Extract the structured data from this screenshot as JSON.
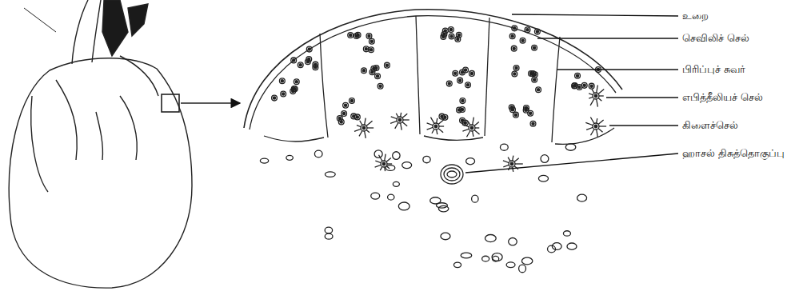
{
  "diagram": {
    "labels": [
      "உறை",
      "செவிலிச் செல்",
      "பிரிப்புச் சுவர்",
      "எபித்தீலியச் செல்",
      "கிளைச்செல்",
      "ஹாசல் திசுத்தொகுப்பு"
    ]
  }
}
